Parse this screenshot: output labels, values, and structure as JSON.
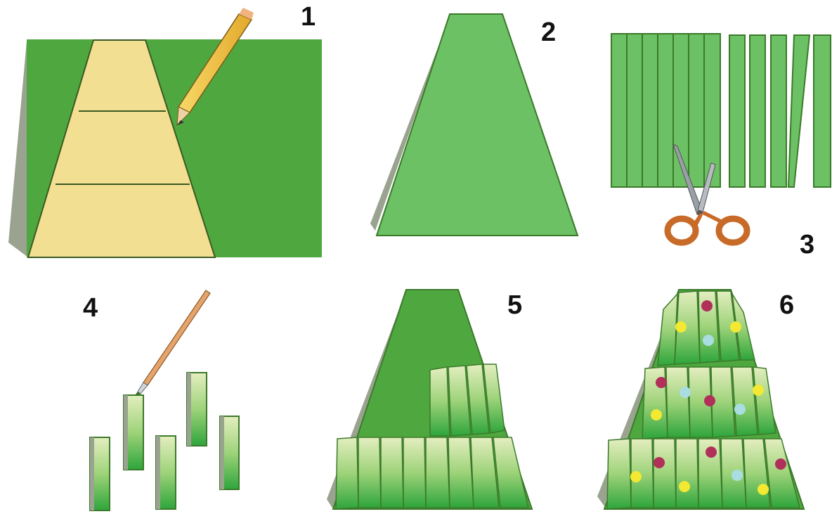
{
  "steps": [
    {
      "number": "1",
      "icon": "pencil-icon"
    },
    {
      "number": "2"
    },
    {
      "number": "3",
      "icon": "scissors-icon"
    },
    {
      "number": "4",
      "icon": "brush-icon"
    },
    {
      "number": "5"
    },
    {
      "number": "6"
    }
  ],
  "colors": {
    "dark_green": "#4fa83f",
    "light_green": "#6cc164",
    "paper_yellow": "#f3df92",
    "paper_grey": "#9aa38f",
    "strip_top": "#e3edb8",
    "strip_bottom": "#2fa53b",
    "ornament_red": "#b0305a",
    "ornament_yellow": "#f3e832",
    "ornament_blue": "#a9dde2",
    "scissors_orange": "#c86a28",
    "pencil_yellow": "#f2c744",
    "brush_handle": "#e6a46a"
  }
}
